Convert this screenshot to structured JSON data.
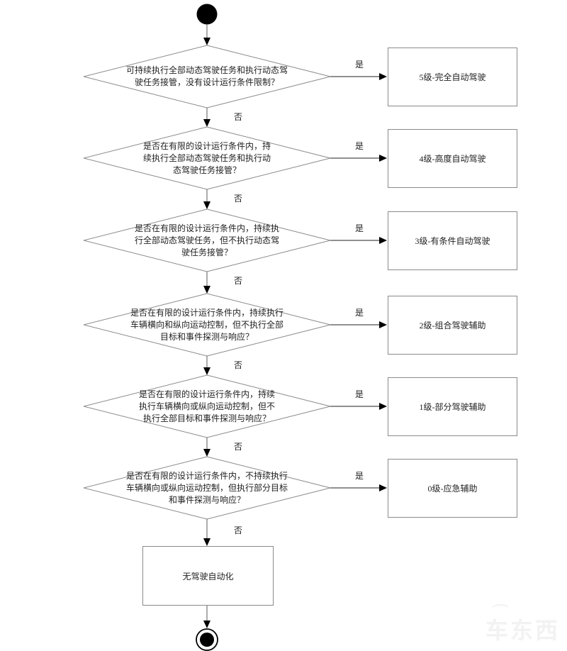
{
  "flowchart": {
    "decisions": [
      {
        "question": "可持续执行全部动态驾驶任务和执行动态驾\n驶任务接管，没有设计运行条件限制？",
        "yes_label": "是",
        "no_label": "否",
        "result": "5级-完全自动驾驶"
      },
      {
        "question": "是否在有限的设计运行条件内，持\n续执行全部动态驾驶任务和执行动\n态驾驶任务接管？",
        "yes_label": "是",
        "no_label": "否",
        "result": "4级-高度自动驾驶"
      },
      {
        "question": "是否在有限的设计运行条件内，持续执\n行全部动态驾驶任务，但不执行动态驾\n驶任务接管？",
        "yes_label": "是",
        "no_label": "否",
        "result": "3级-有条件自动驾驶"
      },
      {
        "question": "是否在有限的设计运行条件内，持续执行\n车辆横向和纵向运动控制，但不执行全部\n目标和事件探测与响应？",
        "yes_label": "是",
        "no_label": "否",
        "result": "2级-组合驾驶辅助"
      },
      {
        "question": "是否在有限的设计运行条件内，持续\n执行车辆横向或纵向运动控制，但不\n执行全部目标和事件探测与响应？",
        "yes_label": "是",
        "no_label": "否",
        "result": "1级-部分驾驶辅助"
      },
      {
        "question": "是否在有限的设计运行条件内，不持续执行\n车辆横向或纵向运动控制，但执行部分目标\n和事件探测与响应？",
        "yes_label": "是",
        "no_label": "否",
        "result": "0级-应急辅助"
      }
    ],
    "terminal_label": "无驾驶自动化",
    "watermark": "车东西"
  },
  "colors": {
    "background": "#ffffff",
    "shape_stroke": "#8a8a8a",
    "connector": "#5a5a5a",
    "arrowhead": "#000000",
    "text": "#1f1f1f",
    "watermark": "#f2f2f2"
  }
}
